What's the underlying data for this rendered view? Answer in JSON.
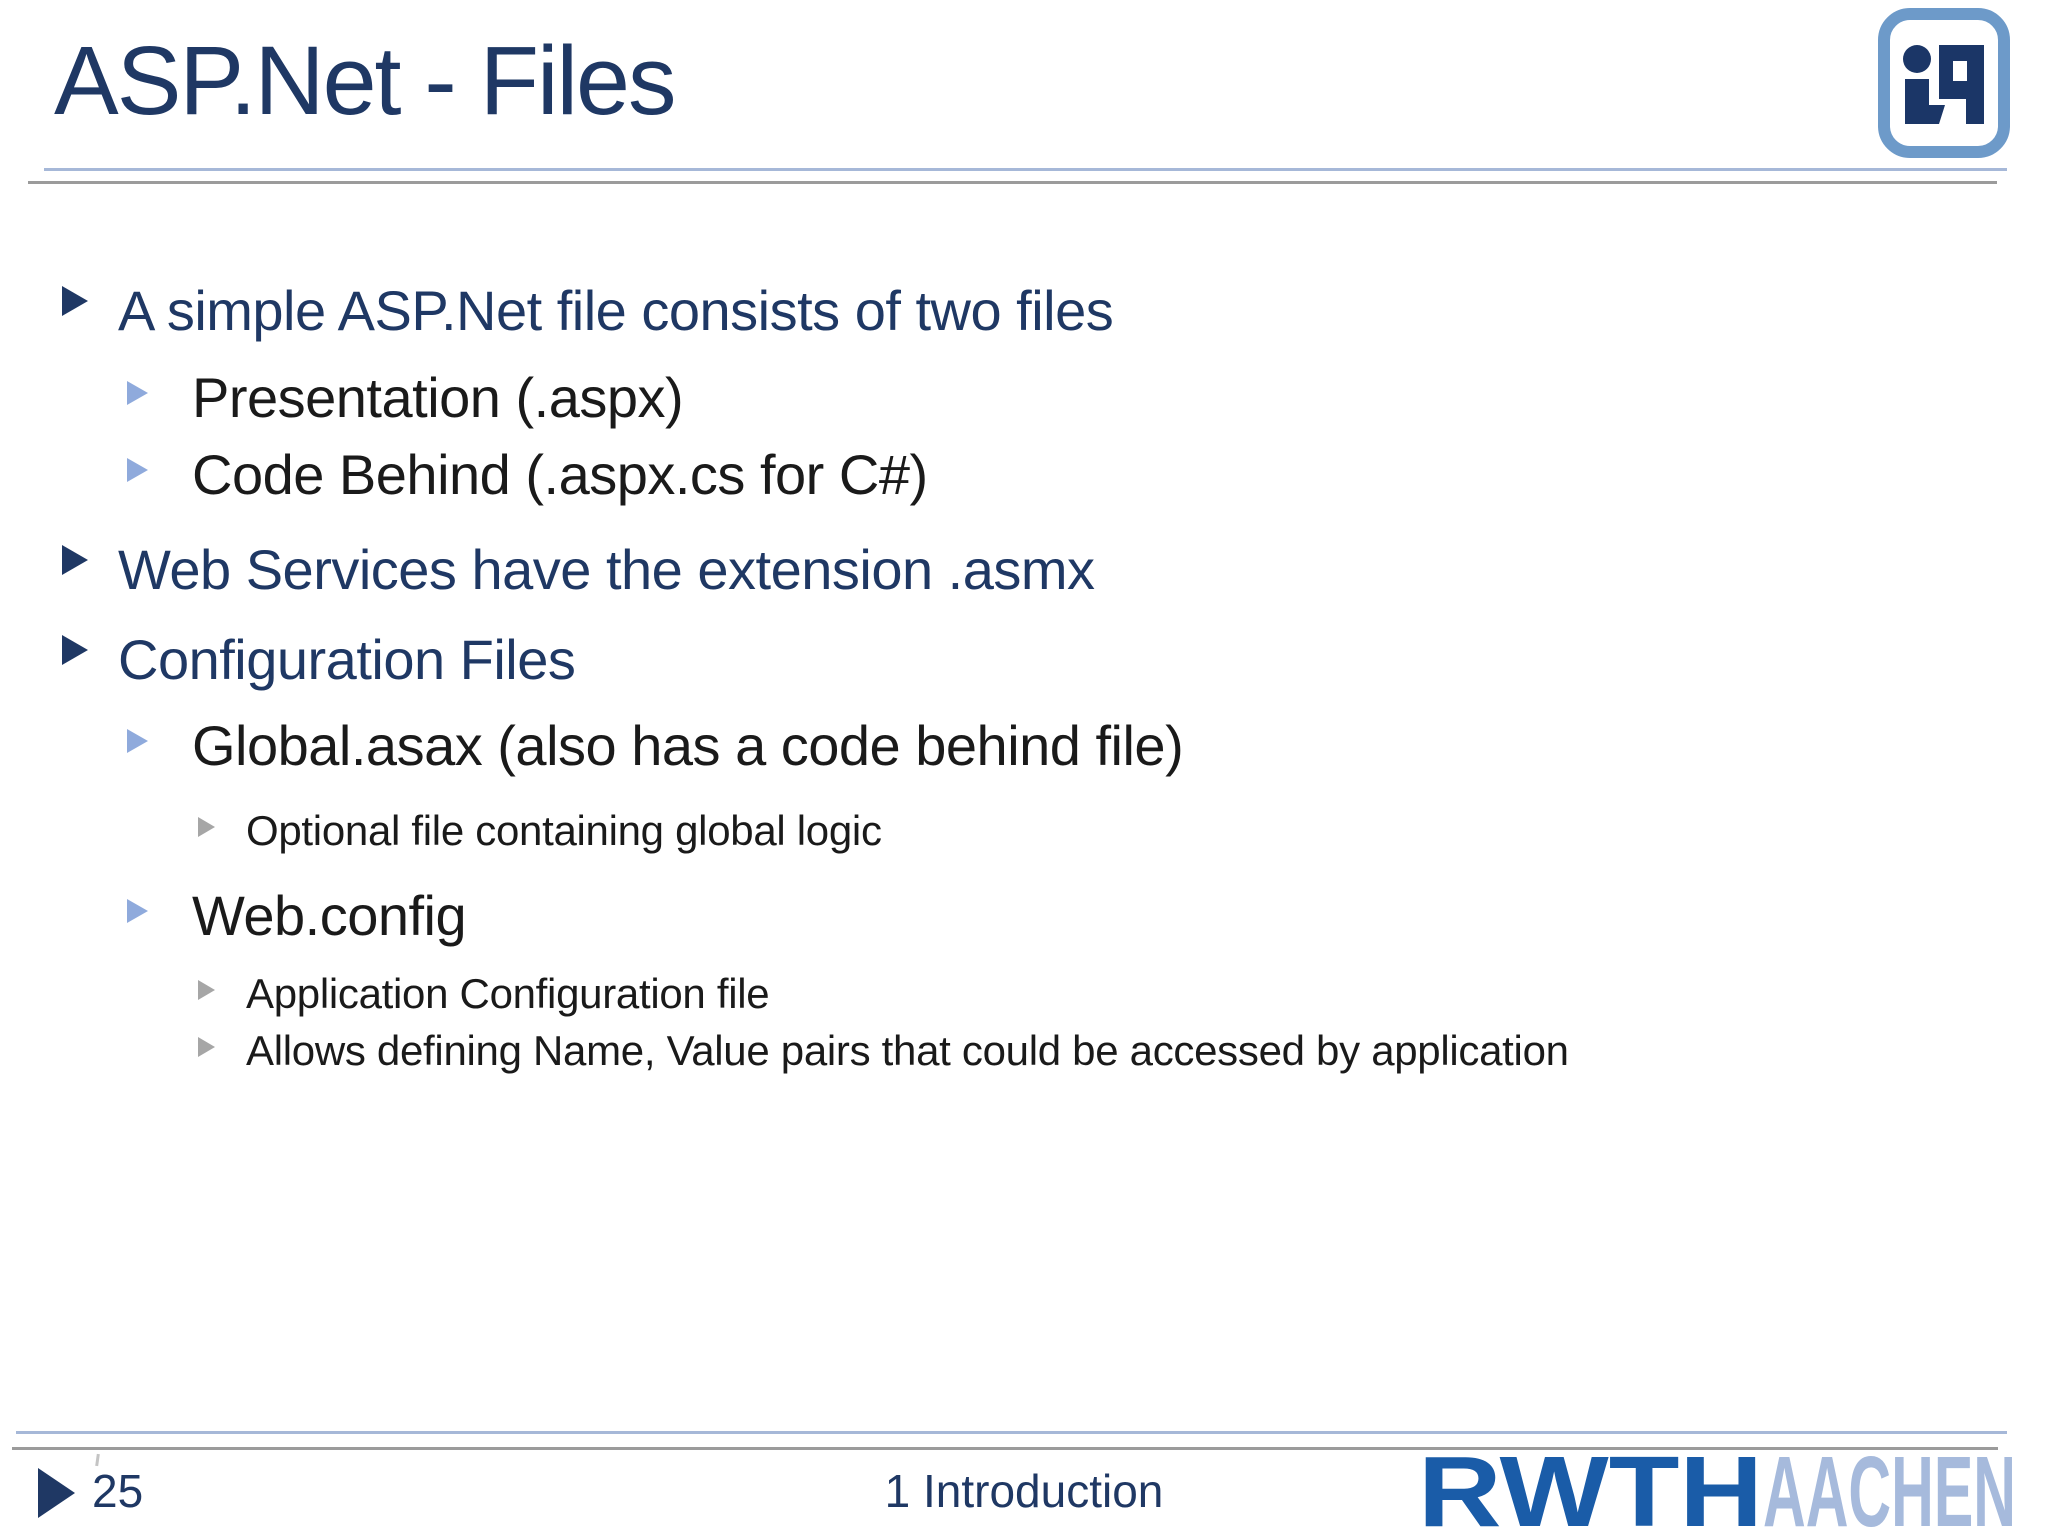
{
  "slide": {
    "title": "ASP.Net - Files",
    "bullets": [
      {
        "level": 1,
        "text": "A simple ASP.Net file consists of two files"
      },
      {
        "level": 2,
        "text": "Presentation (.aspx)"
      },
      {
        "level": 2,
        "text": "Code Behind (.aspx.cs for C#)"
      },
      {
        "level": 1,
        "text": "Web Services have the extension .asmx"
      },
      {
        "level": 1,
        "text": "Configuration Files"
      },
      {
        "level": 2,
        "text": "Global.asax (also has a code behind file)"
      },
      {
        "level": 3,
        "text": "Optional file containing global logic"
      },
      {
        "level": 2,
        "text": "Web.config"
      },
      {
        "level": 3,
        "text": "Application Configuration file"
      },
      {
        "level": 3,
        "text": "Allows defining Name, Value pairs that could be accessed by application"
      }
    ],
    "footer": {
      "page_number": "25",
      "section_label": "1 Introduction"
    },
    "logos": {
      "i9_text": "i9",
      "rwth_text": "RWTH",
      "aachen_text": "AACHEN"
    },
    "colors": {
      "navy": "#1F3864",
      "body_black": "#1A1A1A",
      "level2_bullet": "#8FAADC",
      "level3_bullet": "#A6A6A6",
      "header_line_blue": "#A6B8D8",
      "header_line_gray": "#9B9B9B",
      "i9_frame_blue": "#6D9AC9",
      "i9_glyph_navy": "#1B3667",
      "rwth_blue": "#1A5CA8",
      "aachen_light_blue": "#A6BADC"
    }
  }
}
